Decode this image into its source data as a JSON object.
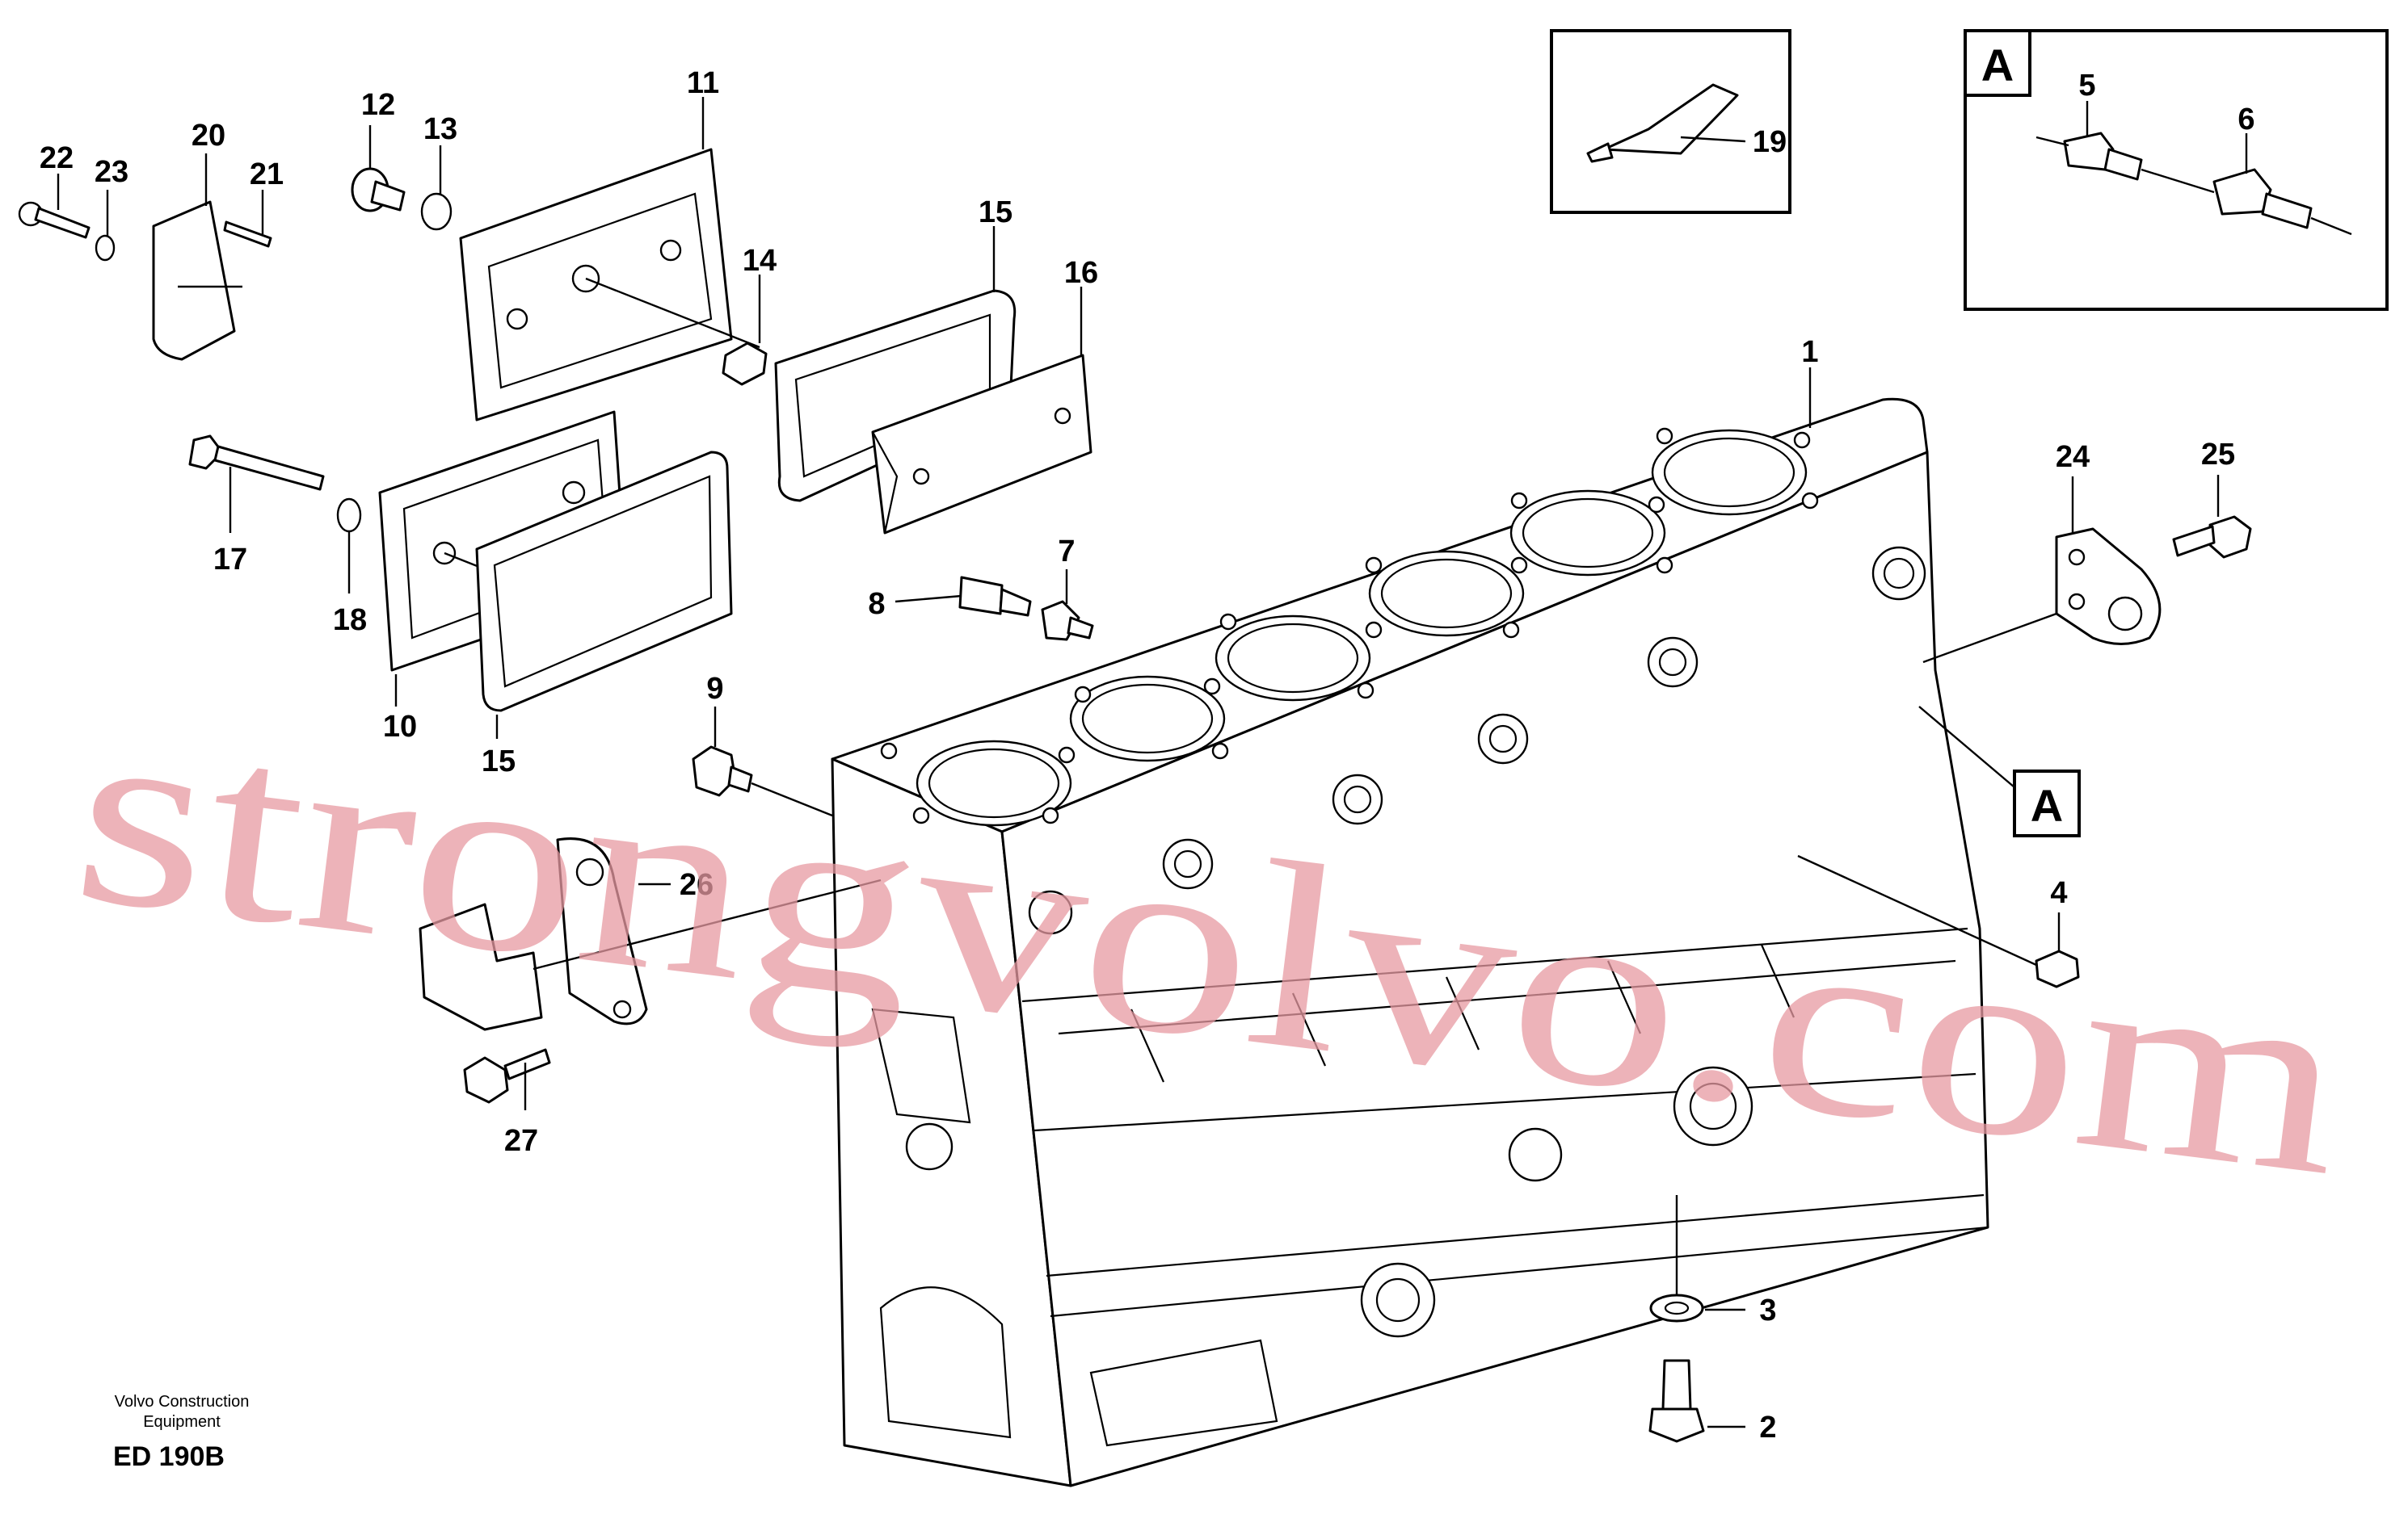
{
  "labels": {
    "l1": "1",
    "l2": "2",
    "l3": "3",
    "l4": "4",
    "l5": "5",
    "l6": "6",
    "l7": "7",
    "l8": "8",
    "l9": "9",
    "l10": "10",
    "l11": "11",
    "l12": "12",
    "l13": "13",
    "l14": "14",
    "l15a": "15",
    "l15b": "15",
    "l16": "16",
    "l17": "17",
    "l18": "18",
    "l19": "19",
    "l20": "20",
    "l21": "21",
    "l22": "22",
    "l23": "23",
    "l24": "24",
    "l25": "25",
    "l26": "26",
    "l27": "27"
  },
  "detail_label": "A",
  "callout_label": "A",
  "watermark": "strongvolvo.com",
  "footer": {
    "line1": "Volvo Construction",
    "line2": "Equipment",
    "code": "ED 190B"
  },
  "colors": {
    "line": "#000000",
    "watermark": "#e79aa1",
    "background": "#ffffff"
  }
}
